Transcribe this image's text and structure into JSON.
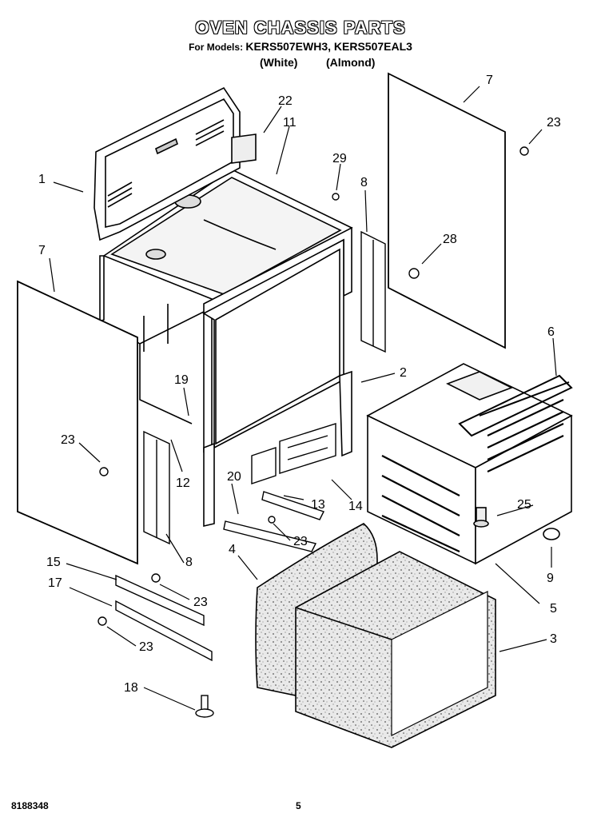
{
  "title": "OVEN CHASSIS PARTS",
  "models_prefix": "For Models:",
  "models_list": "KERS507EWH3, KERS507EAL3",
  "color_white": "(White)",
  "color_almond": "(Almond)",
  "footer_left": "8188348",
  "footer_page": "5",
  "callouts": [
    "1",
    "2",
    "3",
    "4",
    "5",
    "6",
    "7",
    "7",
    "8",
    "8",
    "9",
    "11",
    "12",
    "13",
    "14",
    "15",
    "17",
    "18",
    "19",
    "20",
    "22",
    "23",
    "23",
    "23",
    "23",
    "23",
    "25",
    "28",
    "29"
  ]
}
